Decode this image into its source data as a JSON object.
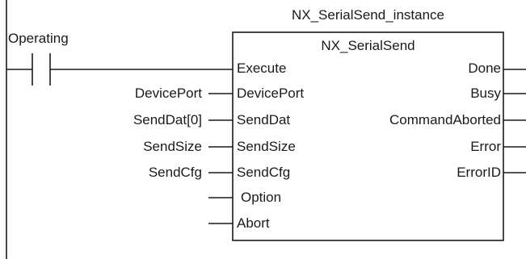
{
  "instance_name": "NX_SerialSend_instance",
  "block": {
    "type_name": "NX_SerialSend",
    "inputs": [
      "Execute",
      "DevicePort",
      "SendDat",
      "SendSize",
      "SendCfg",
      "Option",
      "Abort"
    ],
    "outputs": [
      "Done",
      "Busy",
      "CommandAborted",
      "Error",
      "ErrorID"
    ]
  },
  "contact": {
    "label": "Operating"
  },
  "input_variables": [
    "DevicePort",
    "SendDat[0]",
    "SendSize",
    "SendCfg"
  ],
  "colors": {
    "line": "#1a1a1a",
    "text": "#1a1a1a",
    "background": "#ffffff"
  }
}
